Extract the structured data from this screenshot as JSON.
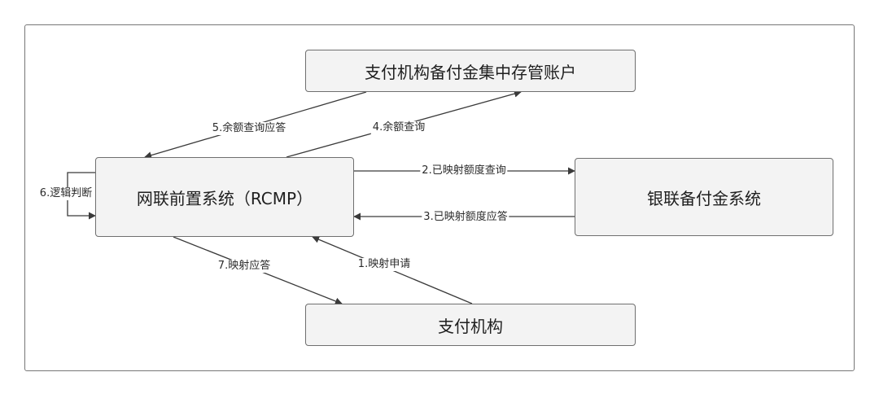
{
  "nodes": {
    "custody_account": "支付机构备付金集中存管账户",
    "rcmp": "网联前置系统（RCMP）",
    "cup_reserve": "银联备付金系统",
    "payment_institution": "支付机构"
  },
  "edges": {
    "e1": "1.映射申请",
    "e2": "2.已映射额度查询",
    "e3": "3.已映射额度应答",
    "e4": "4.余额查询",
    "e5": "5.余额查询应答",
    "e6": "6.逻辑判断",
    "e7": "7.映射应答"
  },
  "colors": {
    "node_fill": "#f3f3f3",
    "node_border": "#6f6f6f",
    "edge": "#3a3a3a"
  }
}
